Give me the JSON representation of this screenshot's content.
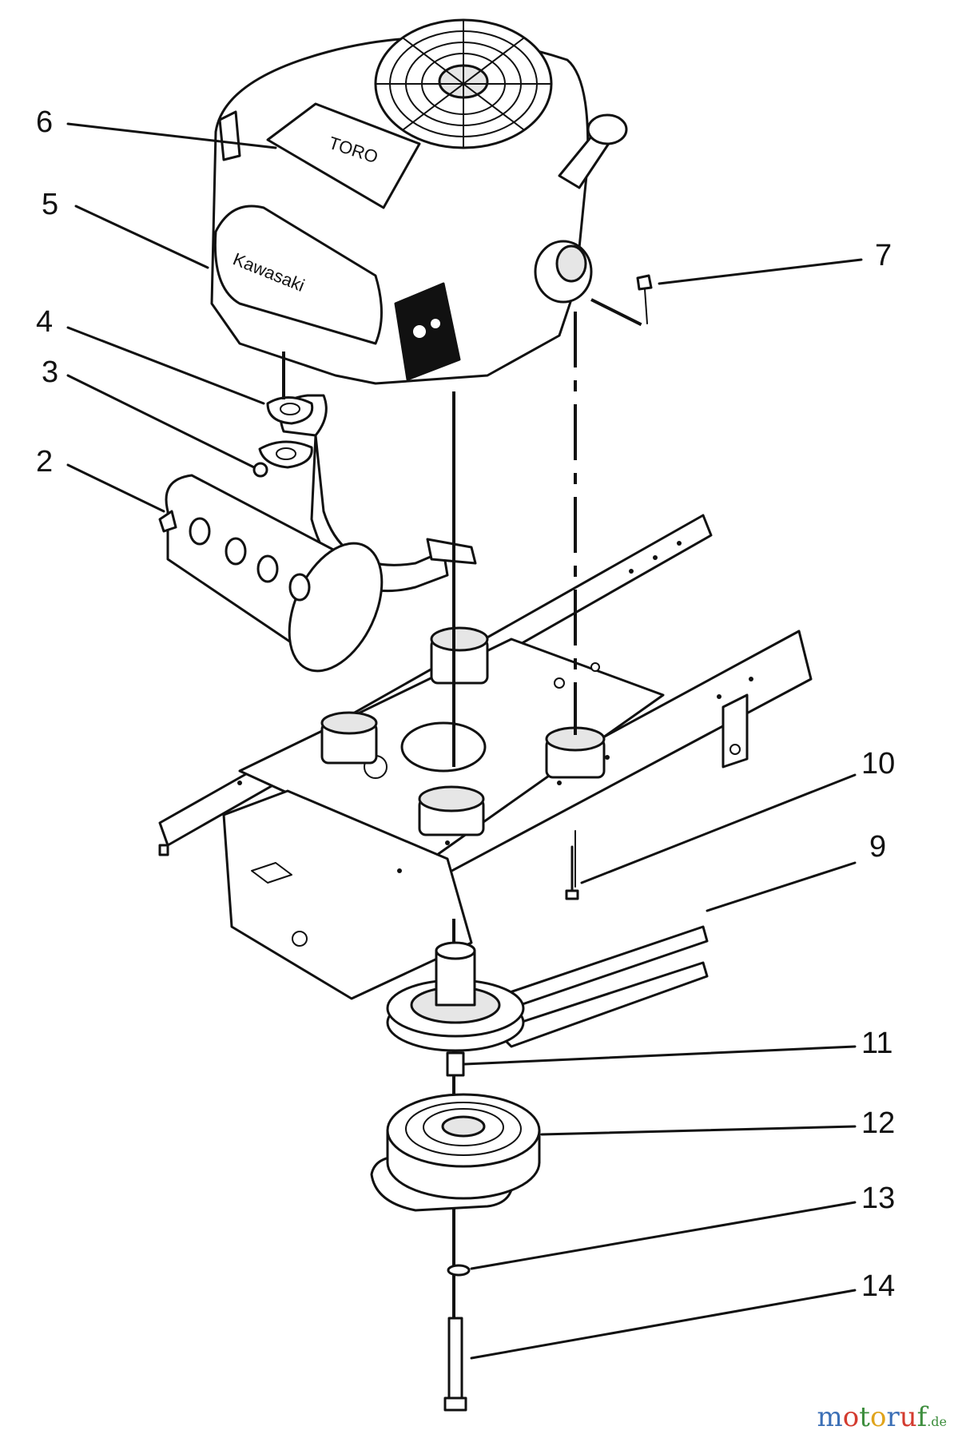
{
  "callouts": [
    {
      "id": "c6",
      "label": "6"
    },
    {
      "id": "c5",
      "label": "5"
    },
    {
      "id": "c4",
      "label": "4"
    },
    {
      "id": "c3",
      "label": "3"
    },
    {
      "id": "c2",
      "label": "2"
    },
    {
      "id": "c7",
      "label": "7"
    },
    {
      "id": "c10",
      "label": "10"
    },
    {
      "id": "c9",
      "label": "9"
    },
    {
      "id": "c11",
      "label": "11"
    },
    {
      "id": "c12",
      "label": "12"
    },
    {
      "id": "c13",
      "label": "13"
    },
    {
      "id": "c14",
      "label": "14"
    }
  ],
  "decal_brand": "TORO",
  "shroud_brand": "Kawasaki",
  "watermark": {
    "main": "motoruf",
    "suffix": ".de"
  },
  "colors": {
    "line": "#111111",
    "watermark": [
      "#3b6fb6",
      "#d33b2f",
      "#3e8e3e",
      "#e0a41c"
    ]
  }
}
